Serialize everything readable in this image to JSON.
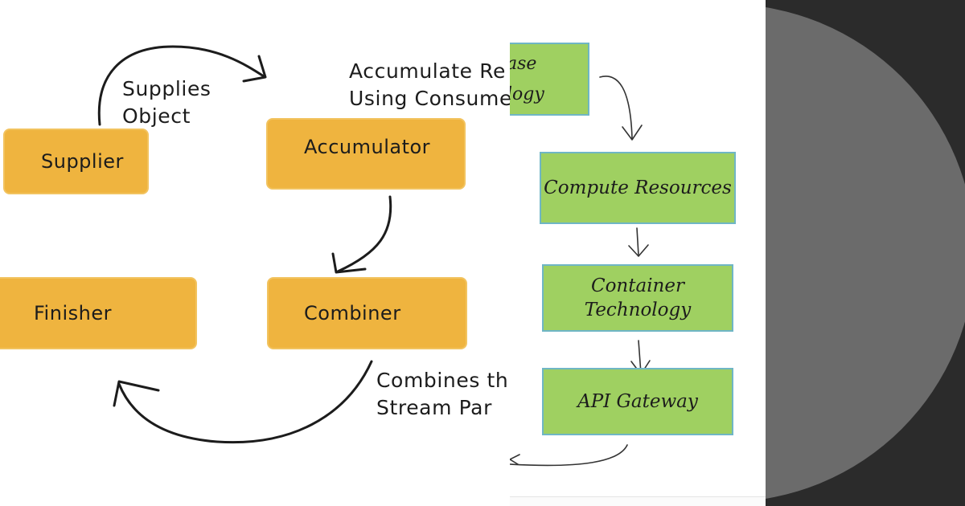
{
  "left": {
    "nodes": {
      "supplier": "Supplier",
      "accumulator": "Accumulator",
      "finisher": "Finisher",
      "combiner": "Combiner"
    },
    "notes": {
      "supplies_line1": "Supplies",
      "supplies_line2": "Object",
      "accumulate_line1": "Accumulate Re",
      "accumulate_line2": "Using Consumer",
      "combines_line1": "Combines th",
      "combines_line2": "Stream Par"
    }
  },
  "right": {
    "top_fragment_line1": "ase",
    "top_fragment_line2": "logy",
    "nodes": {
      "compute": "Compute Resources",
      "container_line1": "Container",
      "container_line2": "Technology",
      "api": "API Gateway"
    }
  },
  "colors": {
    "orange_fill": "#efb43f",
    "green_fill": "#9fd061",
    "green_border": "#6fb6c5",
    "dark_panel": "#2b2b2b",
    "dark_circle": "#6b6b6b"
  }
}
